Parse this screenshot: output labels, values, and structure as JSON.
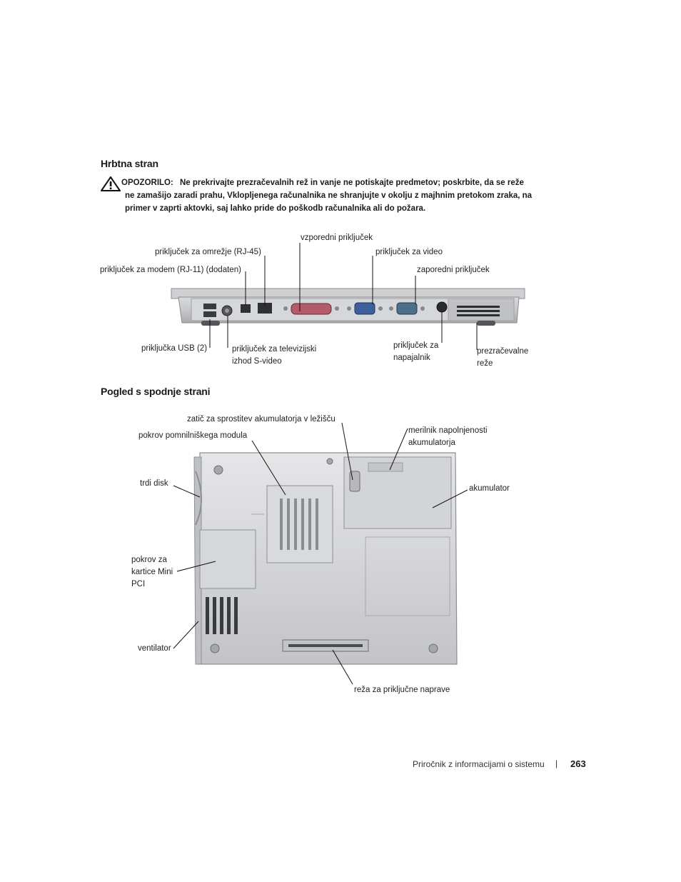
{
  "sections": {
    "back": {
      "title": "Hrbtna stran"
    },
    "bottom": {
      "title": "Pogled s spodnje strani"
    }
  },
  "warning": {
    "icon": "warning-triangle-icon",
    "label": "OPOZORILO:",
    "line1": "Ne prekrivajte prezračevalnih rež in vanje ne potiskajte predmetov; poskrbite, da se reže",
    "line2": "ne zamašijo zaradi prahu, Vklopljenega računalnika ne shranjujte v okolju z majhnim pretokom zraka, na",
    "line3": "primer v zaprti aktovki, saj lahko pride do poškodb računalnika ali do požara."
  },
  "back_labels": {
    "parallel": "vzporedni priključek",
    "network": "priključek za omrežje (RJ-45)",
    "video": "priključek za video",
    "modem": "priključek za modem (RJ-11) (dodaten)",
    "serial": "zaporedni priključek",
    "usb": "priključka USB (2)",
    "svideo_1": "priključek za televizijski",
    "svideo_2": "izhod S-video",
    "power_1": "priključek za",
    "power_2": "napajalnik",
    "vents_1": "prezračevalne",
    "vents_2": "reže"
  },
  "bottom_labels": {
    "latch": "zatič za sprostitev akumulatorja v ležišču",
    "memory": "pokrov pomnilniškega modula",
    "gauge_1": "merilnik napolnjenosti",
    "gauge_2": "akumulatorja",
    "hdd": "trdi disk",
    "battery": "akumulator",
    "minipci_1": "pokrov za",
    "minipci_2": "kartice Mini",
    "minipci_3": "PCI",
    "fan": "ventilator",
    "dock": "reža za priključne naprave"
  },
  "footer": {
    "title": "Priročnik z informacijami o sistemu",
    "separator": "|",
    "page": "263"
  }
}
